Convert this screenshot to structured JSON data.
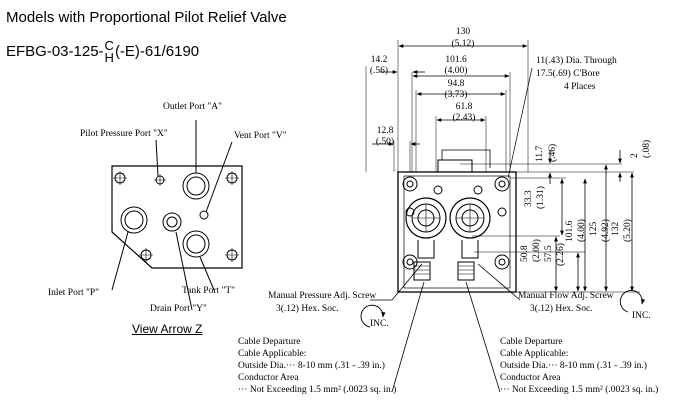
{
  "title": "Models with Proportional Pilot Relief Valve",
  "model": {
    "prefix": "EFBG-03-125-",
    "sup": "C",
    "sub": "H",
    "suffix": "(-E)-61/6190"
  },
  "left_view": {
    "outlet_port": "Outlet Port \"A\"",
    "pilot_port": "Pilot Pressure Port \"X\"",
    "vent_port": "Vent Port \"V\"",
    "inlet_port": "Inlet Port \"P\"",
    "tank_port": "Tank Port \"T\"",
    "drain_port": "Drain Port \"Y\"",
    "view_label": "View Arrow Z"
  },
  "dims_top": {
    "d130": "130",
    "d130_in": "(5.12)",
    "d14_2": "14.2",
    "d14_2_in": "(.56)",
    "d101_6": "101.6",
    "d101_6_in": "(4.00)",
    "d94_8": "94.8",
    "d94_8_in": "(3.73)",
    "d61_8": "61.8",
    "d61_8_in": "(2.43)",
    "d12_8": "12.8",
    "d12_8_in": "(.50)"
  },
  "hole_note": {
    "line1": "11(.43) Dia. Through",
    "line2": "17.5(.69) C'Bore",
    "line3": "4 Places"
  },
  "dims_right": {
    "d11_7": "11.7",
    "d11_7_in": "(.46)",
    "d2": "2",
    "d2_in": "(.08)",
    "d33_3": "33.3",
    "d33_3_in": "(1.31)",
    "d101_6v": "101.6",
    "d101_6v_in": "(4.00)",
    "d125": "125",
    "d125_in": "(4.92)",
    "d132": "132",
    "d132_in": "(5.20)",
    "d50_8": "50.8",
    "d50_8_in": "(2.00)",
    "d57_5": "57.5",
    "d57_5_in": "(2.26)"
  },
  "screws": {
    "pressure": "Manual Pressure Adj. Screw",
    "pressure_spec": "3(.12) Hex. Soc.",
    "flow": "Manual Flow Adj. Screw",
    "flow_spec": "3(.12) Hex. Soc.",
    "inc": "INC."
  },
  "cable_left": {
    "l1": "Cable Departure",
    "l2": "Cable Applicable:",
    "l3": "Outside Dia.··· 8-10 mm (.31 - .39 in.)",
    "l4": "Conductor Area",
    "l5": "··· Not Exceeding 1.5 mm² (.0023 sq. in.)"
  },
  "cable_right": {
    "l1": "Cable Departure",
    "l2": "Cable Applicable:",
    "l3": "Outside Dia.··· 8-10 mm (.31 - .39 in.)",
    "l4": "Conductor Area",
    "l5": "··· Not Exceeding 1.5 mm² (.0023 sq. in.)"
  }
}
